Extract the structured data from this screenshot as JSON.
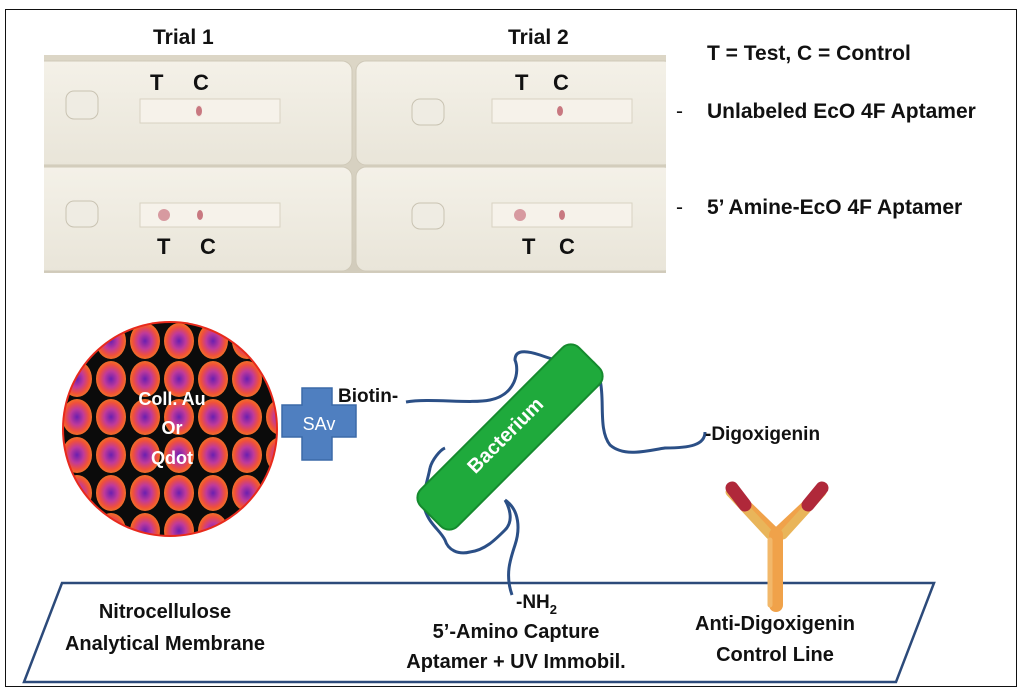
{
  "trials": {
    "trial1": "Trial 1",
    "trial2": "Trial 2"
  },
  "strip_marks": {
    "test": "T",
    "control": "C"
  },
  "legend": {
    "key": "T = Test, C = Control",
    "dash": "-",
    "row1": "Unlabeled EcO 4F Aptamer",
    "row2": "5’ Amine-EcO 4F Aptamer"
  },
  "diagram": {
    "particle_line1": "Coll. Au",
    "particle_line2": "Or",
    "particle_line3": "Qdot",
    "sav": "SAv",
    "biotin": "Biotin-",
    "bacterium": "Bacterium",
    "digoxigenin": "-Digoxigenin",
    "nh2": "-NH",
    "nh2_sub": "2",
    "membrane_line1": "Nitrocellulose",
    "membrane_line2": "Analytical Membrane",
    "capture_line1": "5’-Amino Capture",
    "capture_line2": "Aptamer + UV Immobil.",
    "antibody_line1": "Anti-Digoxigenin",
    "antibody_line2": "Control Line"
  },
  "colors": {
    "membrane_stroke": "#2c4a7a",
    "sav_fill": "#4f7fc0",
    "bacterium_fill": "#1faa3c",
    "strand": "#2b4f86",
    "particle_ring": "#e82a1c",
    "antibody_body": "#f0a24a",
    "antibody_tip": "#b0283a"
  }
}
